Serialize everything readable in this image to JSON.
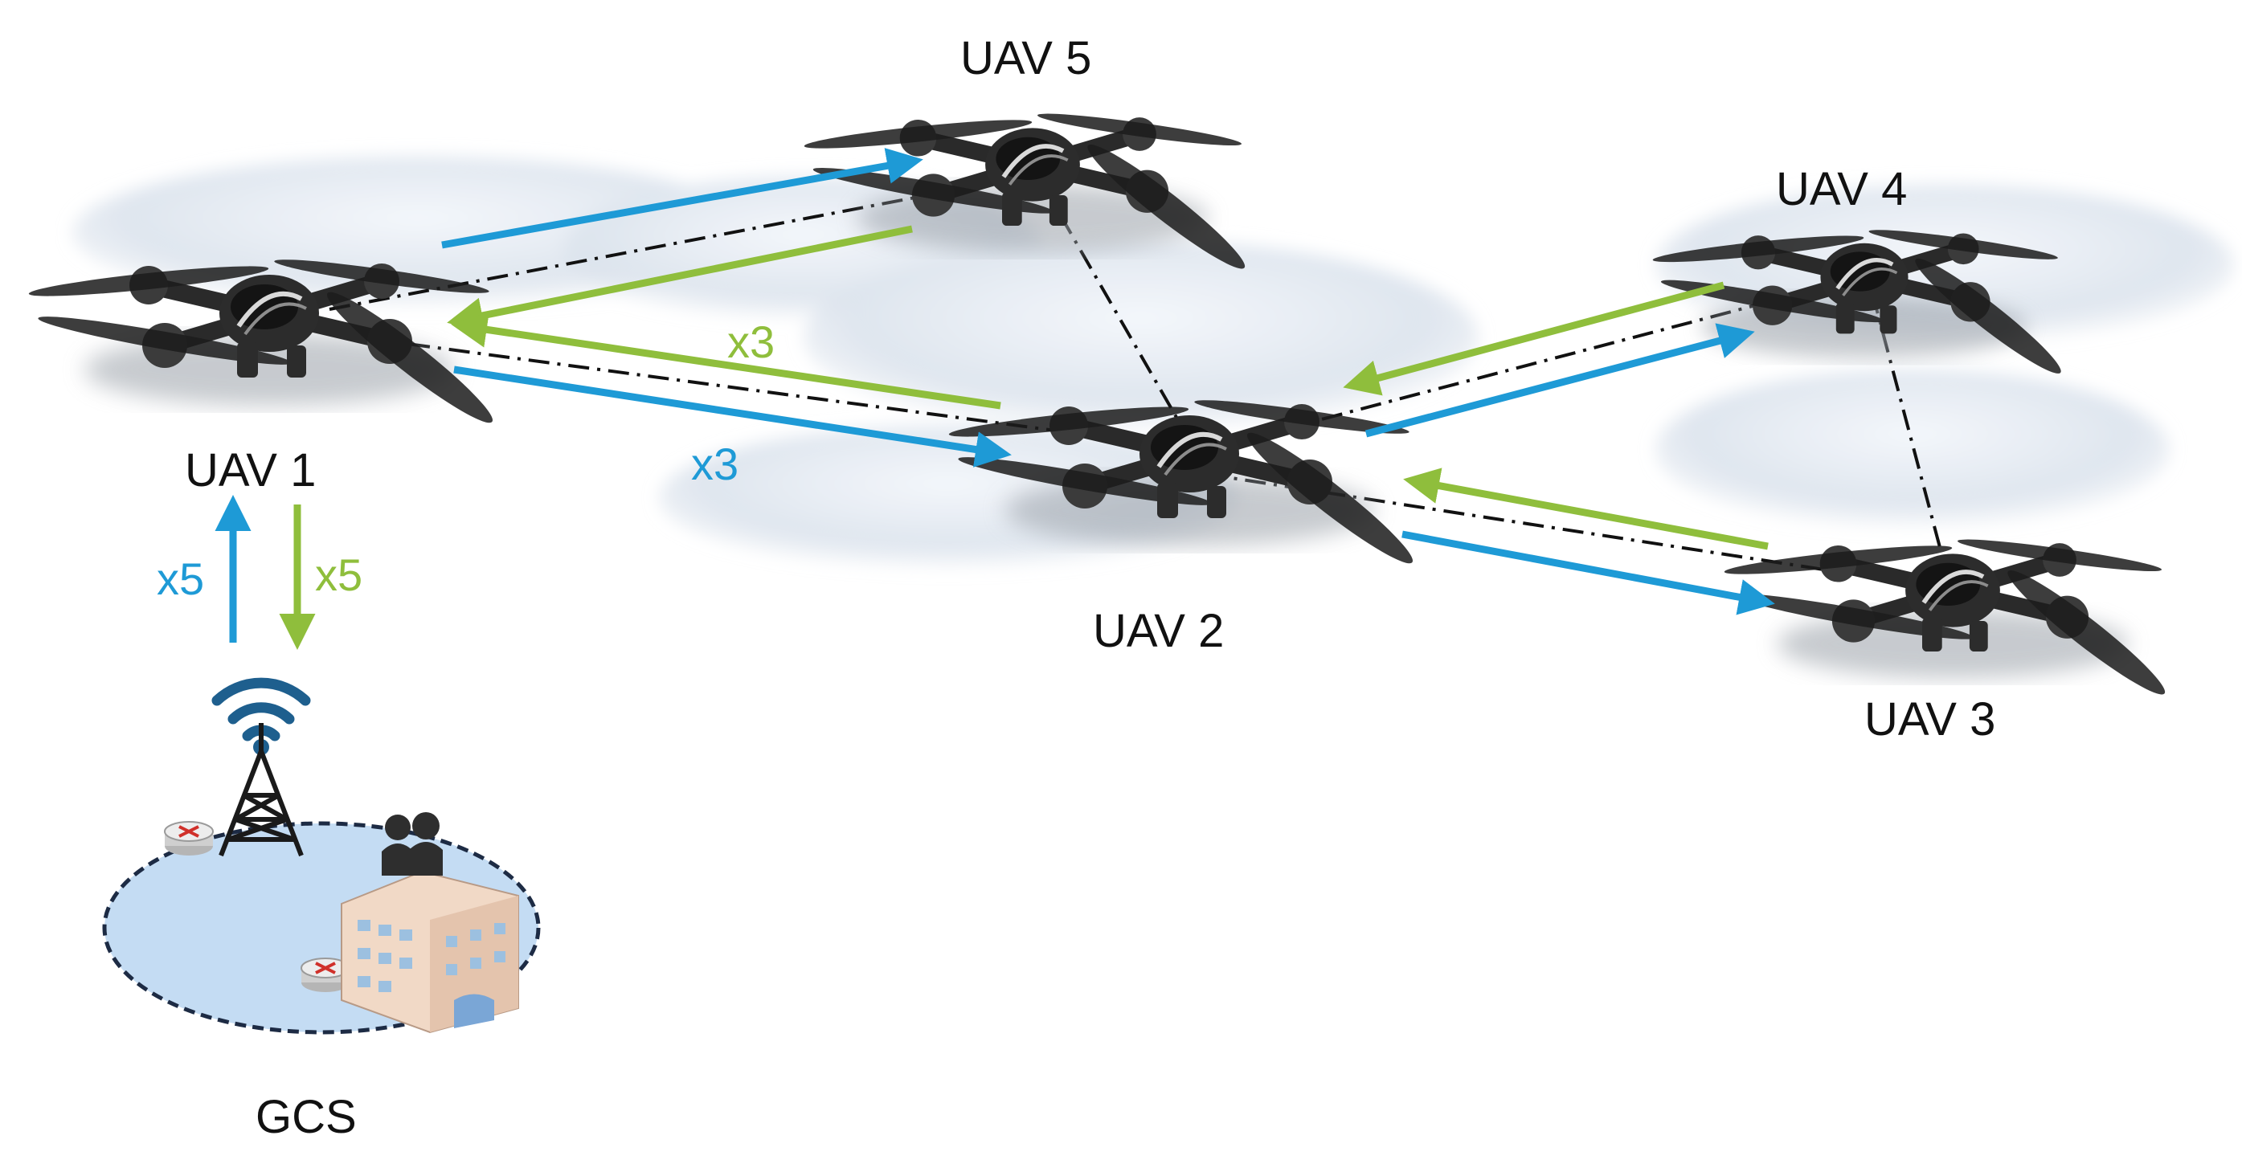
{
  "labels": {
    "uav1": "UAV 1",
    "uav2": "UAV 2",
    "uav3": "UAV 3",
    "uav4": "UAV 4",
    "uav5": "UAV 5",
    "gcs": "GCS"
  },
  "multipliers": {
    "uplink_gcs": "x5",
    "downlink_gcs": "x5",
    "green_uav5_uav1": "x3",
    "blue_uav1_uav2": "x3"
  },
  "colors": {
    "forward_link": "#1e9ad6",
    "return_link": "#8fbe3c",
    "mesh_link": "#111111",
    "gcs_area": "#c4dcf3",
    "wifi_icon": "#1e5f8e"
  },
  "icons": {
    "drone": "quadcopter-icon",
    "wifi": "wifi-signal-icon",
    "tower": "antenna-tower-icon",
    "router": "router-icon",
    "building": "building-icon",
    "operators": "people-icon"
  }
}
